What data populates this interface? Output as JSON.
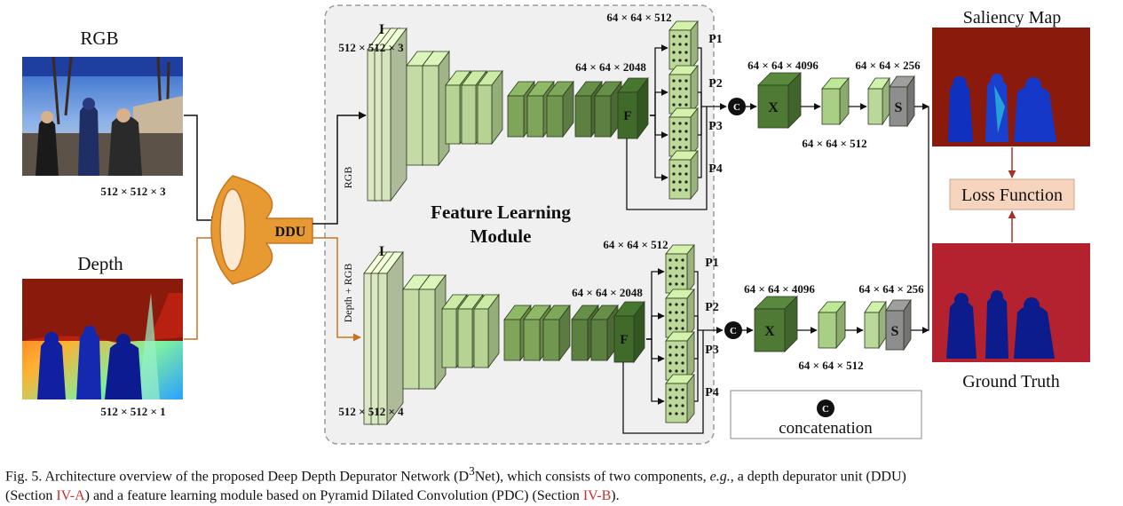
{
  "labels": {
    "rgb": "RGB",
    "depth": "Depth",
    "saliency_map": "Saliency Map",
    "ground_truth": "Ground Truth",
    "loss_function": "Loss Function",
    "ddu": "DDU",
    "module_line1": "Feature Learning",
    "module_line2": "Module",
    "rgb_path": "RGB",
    "depth_rgb_path": "Depth + RGB",
    "concat_symbol": "C",
    "concat_legend": "concatenation",
    "I": "I",
    "F": "F",
    "X": "X",
    "S": "S",
    "P1": "P1",
    "P2": "P2",
    "P3": "P3",
    "P4": "P4"
  },
  "dims": {
    "rgb_in": "512 × 512 × 3",
    "depth_in": "512 × 512 × 1",
    "top_I": "512 × 512 × 3",
    "bottom_I": "512 × 512 × 4",
    "p_block": "64 × 64 × 512",
    "f_block": "64 × 64 × 2048",
    "concat_out": "64 × 64 × 4096",
    "mid": "64 × 64 × 512",
    "out": "64 × 64 × 256"
  },
  "caption": {
    "prefix": "Fig. 5.  Architecture overview of the proposed Deep Depth Depurator Network (D",
    "sup": "3",
    "part1": "Net), which consists of two components, ",
    "eg": "e.g.",
    "part2": ", a depth depurator unit (DDU)",
    "part3": "(Section ",
    "ref1": "IV-A",
    "part4": ") and a feature learning module based on Pyramid Dilated Convolution (PDC) (Section ",
    "ref2": "IV-B",
    "part5": ")."
  },
  "colors": {
    "arrow_dark": "#111111",
    "arrow_orange": "#c8741f",
    "arrow_red": "#a33228",
    "ddu_orange": "#e89a32",
    "loss_box": "#f6d4bd",
    "module_bg": "#f0f0f0",
    "module_border": "#9a9a9a",
    "ground_truth_bg": "#b3222e",
    "saliency_bg": "#8a1a0c"
  }
}
